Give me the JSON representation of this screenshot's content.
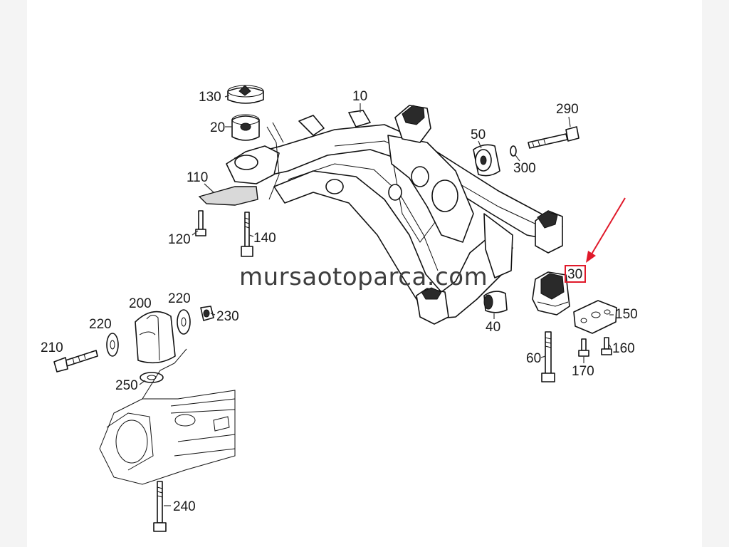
{
  "watermark": "mursaotoparca.com",
  "highlight_color": "#e0192a",
  "callouts": [
    {
      "id": "p130",
      "label": "130"
    },
    {
      "id": "p10",
      "label": "10"
    },
    {
      "id": "p290",
      "label": "290"
    },
    {
      "id": "p20",
      "label": "20"
    },
    {
      "id": "p50",
      "label": "50"
    },
    {
      "id": "p300",
      "label": "300"
    },
    {
      "id": "p110",
      "label": "110"
    },
    {
      "id": "p120",
      "label": "120"
    },
    {
      "id": "p140",
      "label": "140"
    },
    {
      "id": "p30",
      "label": "30"
    },
    {
      "id": "p200",
      "label": "200"
    },
    {
      "id": "p220a",
      "label": "220"
    },
    {
      "id": "p220b",
      "label": "220"
    },
    {
      "id": "p230",
      "label": "230"
    },
    {
      "id": "p150",
      "label": "150"
    },
    {
      "id": "p40",
      "label": "40"
    },
    {
      "id": "p210",
      "label": "210"
    },
    {
      "id": "p160",
      "label": "160"
    },
    {
      "id": "p60",
      "label": "60"
    },
    {
      "id": "p250",
      "label": "250"
    },
    {
      "id": "p170",
      "label": "170"
    },
    {
      "id": "p240",
      "label": "240"
    }
  ]
}
